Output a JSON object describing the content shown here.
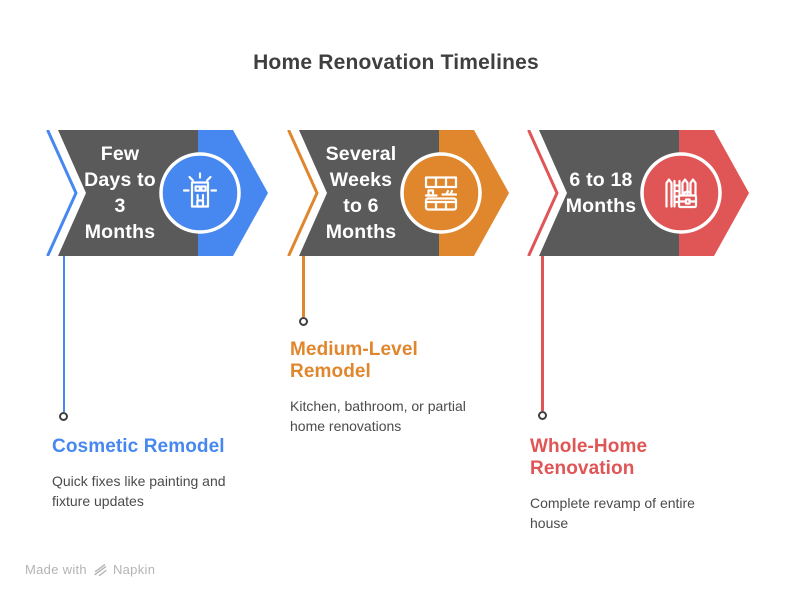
{
  "title": "Home Renovation Timelines",
  "colors": {
    "body_gray": "#5A5A5A",
    "title_text": "#3F3F3F",
    "desc_text": "#4B4B4B",
    "footer_text": "#B4B4B4",
    "marker_ring": "#3F3F3F",
    "icon_stroke": "#FFFFFF"
  },
  "items": [
    {
      "time_label": "Few\nDays to\n3\nMonths",
      "heading": "Cosmetic Remodel",
      "description": "Quick fixes like painting and\nfixture updates",
      "color": "#4788F0",
      "icon": "building-sparkle-icon"
    },
    {
      "time_label": "Several\nWeeks\nto 6\nMonths",
      "heading": "Medium-Level\nRemodel",
      "description": "Kitchen, bathroom, or partial\nhome renovations",
      "color": "#E0872E",
      "icon": "kitchen-cabinets-icon"
    },
    {
      "time_label": "6 to 18\nMonths",
      "heading": "Whole-Home\nRenovation",
      "description": "Complete revamp of entire\nhouse",
      "color": "#E05555",
      "icon": "fence-ladder-toolbox-icon"
    }
  ],
  "footer": {
    "made_with": "Made with",
    "brand": "Napkin"
  }
}
